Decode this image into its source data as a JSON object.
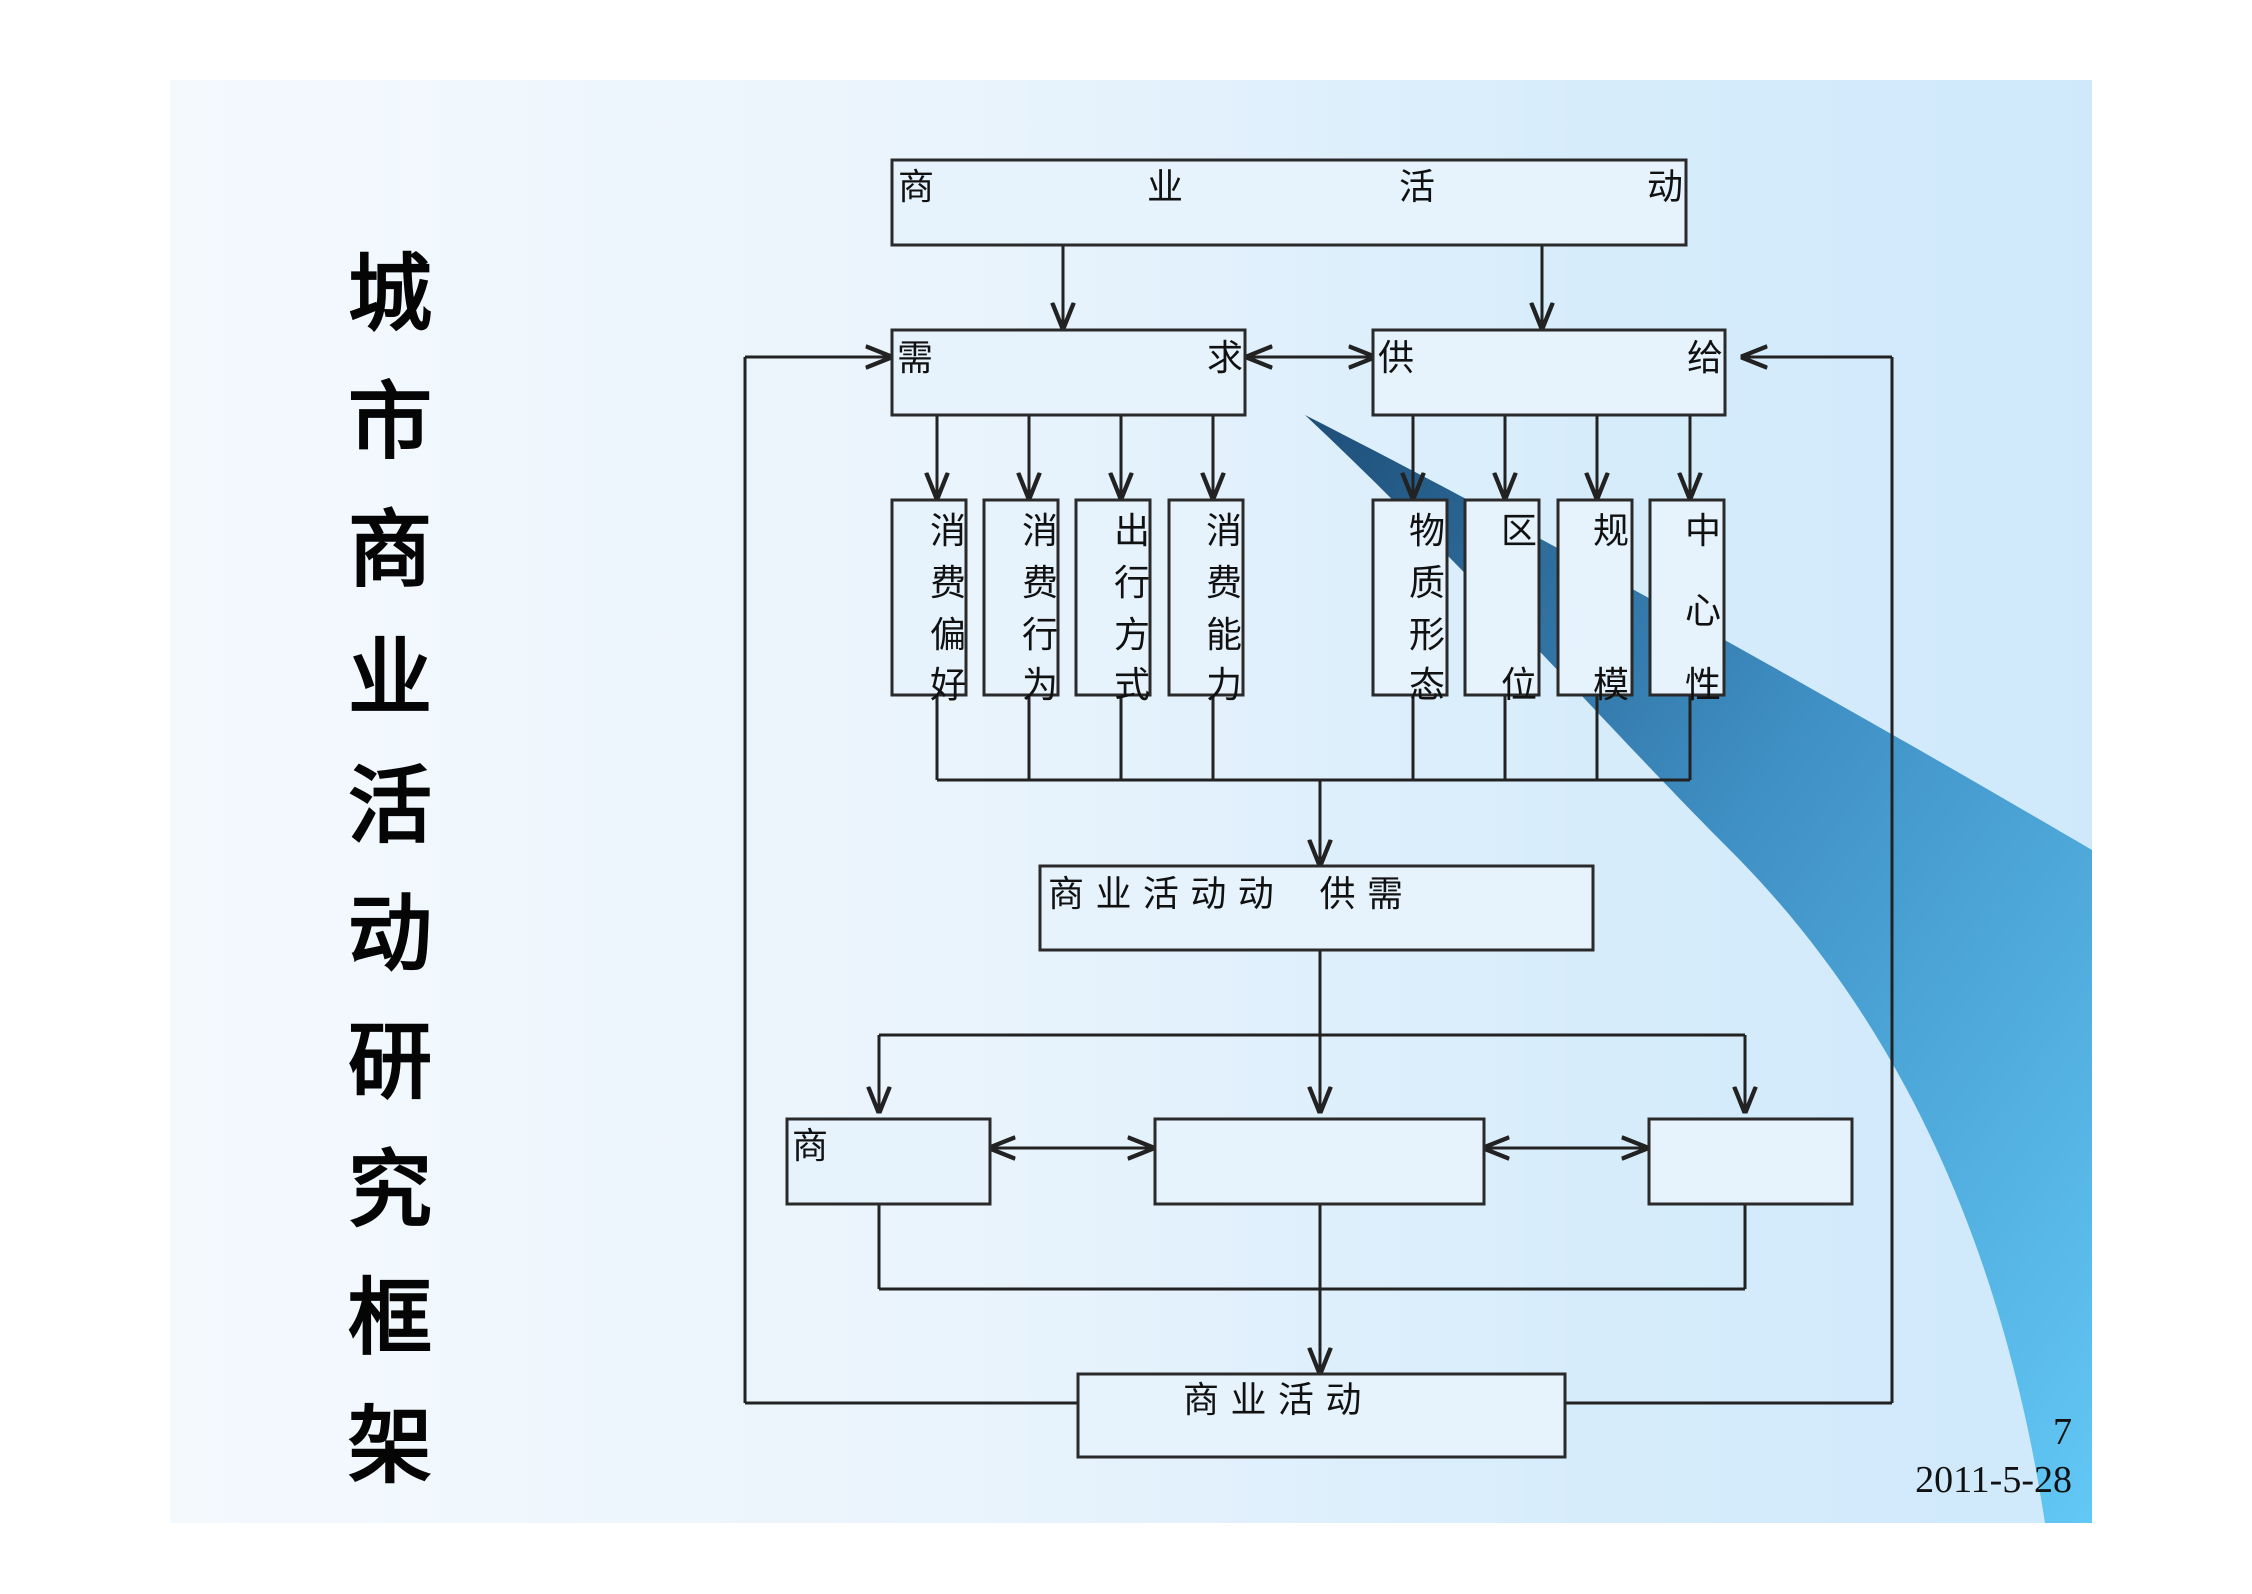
{
  "title_chars": [
    "城",
    "市",
    "商",
    "业",
    "活",
    "动",
    "研",
    "究",
    "框",
    "架"
  ],
  "top_box": [
    "商",
    "业",
    "活",
    "动"
  ],
  "demand_box": [
    "需",
    "求"
  ],
  "supply_box": [
    "供",
    "给"
  ],
  "demand_factors": [
    [
      "消",
      "费",
      "偏",
      "好"
    ],
    [
      "消",
      "费",
      "行",
      "为"
    ],
    [
      "出",
      "行",
      "方",
      "式"
    ],
    [
      "消",
      "费",
      "能",
      "力"
    ]
  ],
  "supply_factors": [
    [
      "物",
      "质",
      "形",
      "态"
    ],
    [
      "区",
      "",
      "",
      "位"
    ],
    [
      "规",
      "",
      "",
      "模"
    ],
    [
      "中",
      "",
      "心",
      "性"
    ]
  ],
  "middle_box": "商 业 活 动 动    供 需",
  "left_box": "商",
  "bottom_box": "商 业 活 动",
  "page_number": "7",
  "date": "2011-5-28",
  "colors": {
    "background": "#eaf4fc",
    "swoosh_dark": "#1e4e78",
    "swoosh_light": "#5fc3f4",
    "line": "#222222"
  }
}
